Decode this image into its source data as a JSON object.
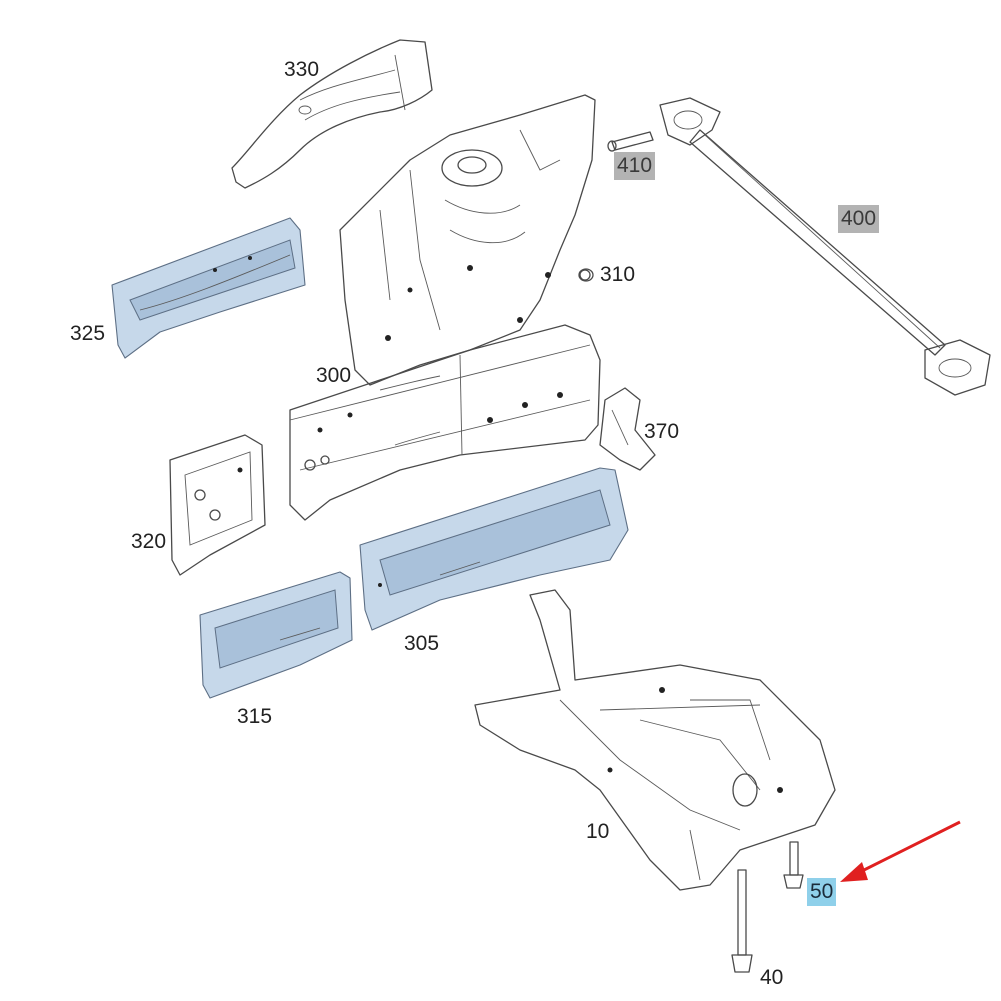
{
  "labels": {
    "p330": "330",
    "p410": "410",
    "p400": "400",
    "p310": "310",
    "p325": "325",
    "p300": "300",
    "p370": "370",
    "p320": "320",
    "p305": "305",
    "p315": "315",
    "p10": "10",
    "p50": "50",
    "p40": "40"
  },
  "highlight": {
    "grey_label_bg": "#b3b3b3",
    "blue_label_bg": "#8fd0ea",
    "arrow_color": "#e02020"
  }
}
